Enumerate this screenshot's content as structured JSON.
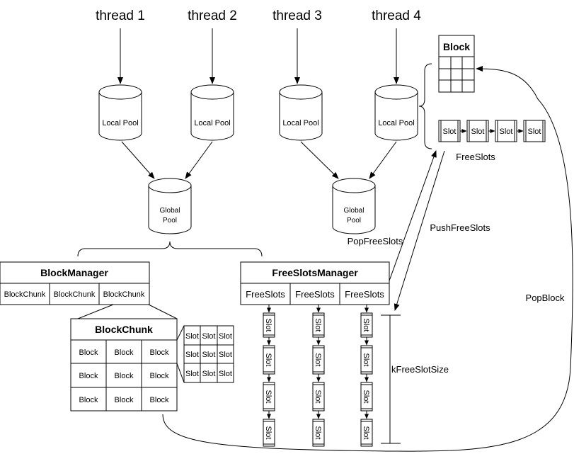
{
  "threads": [
    "thread 1",
    "thread 2",
    "thread 3",
    "thread 4"
  ],
  "local_pool_label": "Local Pool",
  "global_pool_label_line1": "Global",
  "global_pool_label_line2": "Pool",
  "block_legend": {
    "title": "Block"
  },
  "slot_label": "Slot",
  "free_slots_label": "FreeSlots",
  "push_free_slots_label": "PushFreeSlots",
  "pop_free_slots_label": "PopFreeSlots",
  "pop_block_label": "PopBlock",
  "k_free_slot_size_label": "kFreeSlotSize",
  "block_manager": {
    "title": "BlockManager",
    "chunks": [
      "BlockChunk",
      "BlockChunk",
      "BlockChunk"
    ]
  },
  "free_slots_manager": {
    "title": "FreeSlotsManager",
    "lists": [
      "FreeSlots",
      "FreeSlots",
      "FreeSlots"
    ]
  },
  "block_chunk": {
    "title": "BlockChunk",
    "cells": [
      "Block",
      "Block",
      "Block",
      "Block",
      "Block",
      "Block",
      "Block",
      "Block",
      "Block"
    ]
  },
  "block_slots": [
    "Slot",
    "Slot",
    "Slot",
    "Slot",
    "Slot",
    "Slot",
    "Slot",
    "Slot",
    "Slot"
  ]
}
